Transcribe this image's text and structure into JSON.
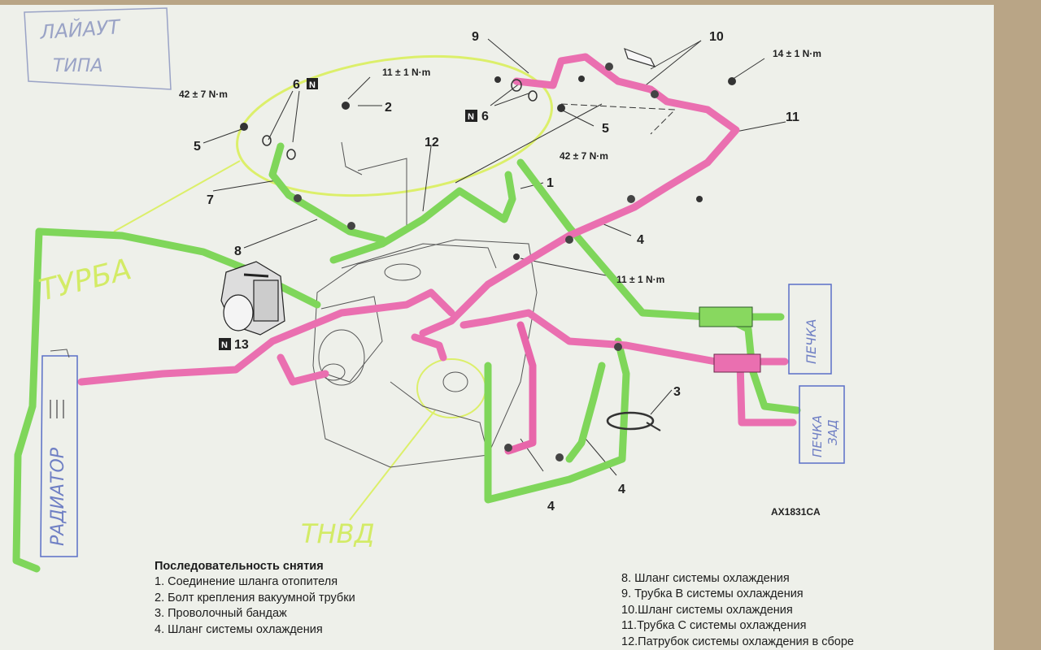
{
  "handwritten": {
    "layout_type": "ЛАЙАУТ",
    "layout_type2": "ТИПА",
    "turbo": "ТУРБА",
    "radiator": "РАДИАТОР",
    "tnvd": "ТНВД",
    "heater_front": "ПЕЧКА",
    "heater_rear_1": "ПЕЧКА",
    "heater_rear_2": "ЗАД"
  },
  "callouts": {
    "n1": "1",
    "n2": "2",
    "n3": "3",
    "n4a": "4",
    "n4b": "4",
    "n4c": "4",
    "n5a": "5",
    "n5b": "5",
    "n6a": "6",
    "n6b": "6",
    "n7": "7",
    "n8": "8",
    "n9": "9",
    "n10": "10",
    "n11": "11",
    "n12": "12",
    "n13": "13",
    "badge_n": "N"
  },
  "torques": {
    "t42_left": "42 ± 7 N·m",
    "t11_top": "11 ± 1 N·m",
    "t42_mid": "42 ± 7 N·m",
    "t14": "14 ± 1 N·m",
    "t11_mid": "11 ± 1 N·m"
  },
  "code": "AX1831CA",
  "legend": {
    "title": "Последовательность снятия",
    "left": [
      "1.  Соединение шланга отопителя",
      "2.  Болт крепления вакуумной трубки",
      "3.  Проволочный бандаж",
      "4.  Шланг системы охлаждения"
    ],
    "right": [
      "8.  Шланг системы охлаждения",
      "9.  Трубка В системы охлаждения",
      "10.Шланг системы охлаждения",
      "11.Трубка С системы охлаждения",
      "12.Патрубок системы охлаждения в сборе"
    ]
  },
  "colors": {
    "paper": "#eef0ea",
    "green_marker": "#7fd65a",
    "pink_marker": "#ea6fb0",
    "yellow_marker": "#dff07a",
    "ink": "#222222"
  }
}
